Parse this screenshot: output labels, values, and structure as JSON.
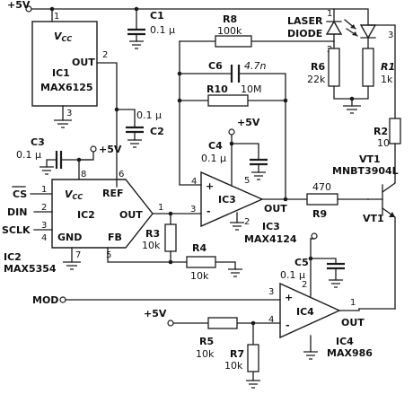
{
  "supply": {
    "label": "+5V"
  },
  "ic1": {
    "name": "IC1",
    "part": "MAX6125",
    "vcc": "V",
    "vcc_sub": "CC",
    "out": "OUT",
    "pin_vcc": "1",
    "pin_out": "2",
    "pin_gnd": "3"
  },
  "ic2": {
    "name": "IC2",
    "vcc": "V",
    "vcc_sub": "CC",
    "ref": "REF",
    "out": "OUT",
    "gnd": "GND",
    "fb": "FB",
    "pin_vcc": "8",
    "pin_ref": "6",
    "pin_out": "1",
    "pin_fb": "5",
    "pin_gnd": "7",
    "pin_cs": "1",
    "pin_din": "2",
    "pin_sclk": "3",
    "pin_4": "4",
    "part_name": "IC2",
    "part": "MAX5354"
  },
  "inputs": {
    "cs_bar": "CS",
    "din": "DIN",
    "sclk": "SCLK",
    "mod": "MOD"
  },
  "ic3": {
    "name": "IC3",
    "out": "OUT",
    "part_name": "IC3",
    "part": "MAX4124",
    "plus": "+",
    "minus": "-",
    "pin_minus": "4",
    "pin_plus": "3",
    "pin_v": "5",
    "pin_gnd": "2"
  },
  "ic4": {
    "name": "IC4",
    "out": "OUT",
    "part_name": "IC4",
    "part": "MAX986",
    "plus": "+",
    "minus": "-",
    "pin_plus": "3",
    "pin_minus": "4",
    "pin_v": "2",
    "pin_out": "1"
  },
  "vt1": {
    "name": "VT1",
    "part": "MNBT3904L",
    "label2": "VT1"
  },
  "laser": {
    "label1": "LASER",
    "label2": "DIODE",
    "pin2": "2",
    "pin3": "3",
    "pin1": "1"
  },
  "c1": {
    "name": "C1",
    "value": "0.1 μ"
  },
  "c2": {
    "value": "0.1 μ",
    "name": "C2"
  },
  "c3": {
    "name": "C3",
    "value": "0.1 μ"
  },
  "c4": {
    "name": "C4",
    "value": "0.1 μ"
  },
  "c5": {
    "name": "C5",
    "value": "0.1 μ"
  },
  "c6": {
    "name": "C6",
    "value": "4.7n"
  },
  "r1": {
    "name": "R1",
    "value": "1k"
  },
  "r2": {
    "name": "R2",
    "value": "10"
  },
  "r3": {
    "name": "R3",
    "value": "10k"
  },
  "r4": {
    "name": "R4",
    "value": "10k"
  },
  "r5": {
    "name": "R5",
    "value": "10k"
  },
  "r6": {
    "name": "R6",
    "value": "22k"
  },
  "r7": {
    "name": "R7",
    "value": "10k"
  },
  "r8": {
    "name": "R8",
    "value": "100k"
  },
  "r9": {
    "name": "R9",
    "value": "470"
  },
  "r10": {
    "name": "R10",
    "value": "10M"
  }
}
